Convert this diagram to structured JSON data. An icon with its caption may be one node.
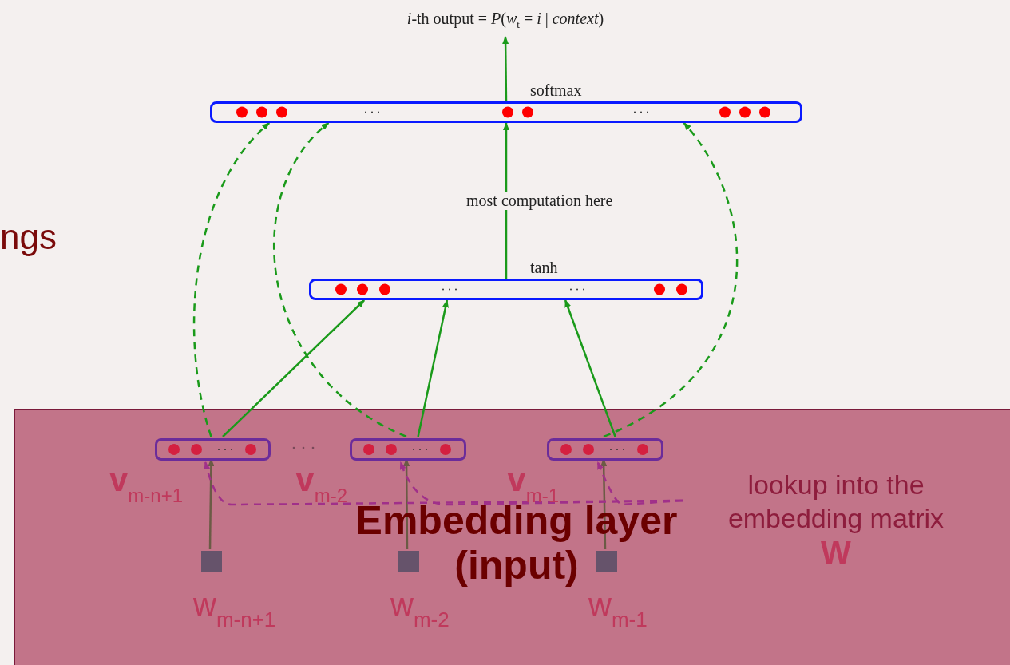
{
  "diagram": {
    "nodes": [
      {
        "text": [
          "*i*-th output = *P*(*w*$_{t}$ = *i* | *context*)"
        ]
      },
      {
        "text": [
          "softmax"
        ]
      },
      {
        "text": [
          "tanh"
        ]
      },
      {
        "text": [
          "Embedding layer (input)"
        ]
      },
      {
        "text": [
          "**v**$_{m-n+1}$"
        ],
        "in": 3
      },
      {
        "text": [
          "**v**$_{m-2}$"
        ],
        "in": 3
      },
      {
        "text": [
          "**v**$_{m-1}$"
        ],
        "in": 3
      },
      {
        "text": [
          "w$_{m-n+1}$"
        ],
        "in": 3
      },
      {
        "text": [
          "w$_{m-2}$"
        ],
        "in": 3
      },
      {
        "text": [
          "w$_{m-1}$"
        ],
        "in": 3
      },
      {
        "text": [
          "lookup into the embedding matrix",
          "W"
        ],
        "in": 3
      }
    ],
    "edges": [
      {
        "from": 1,
        "to": 0,
        "arrow": "to"
      },
      {
        "from": 2,
        "to": 1,
        "arrow": "to",
        "label": "most computation here"
      },
      {
        "from": 4,
        "to": 2,
        "arrow": "to"
      },
      {
        "from": 5,
        "to": 2,
        "arrow": "to"
      },
      {
        "from": 6,
        "to": 2,
        "arrow": "to"
      },
      {
        "from": 4,
        "to": 1,
        "arrow": "to",
        "style": "dashed"
      },
      {
        "from": 5,
        "to": 1,
        "arrow": "to",
        "style": "dashed"
      },
      {
        "from": 6,
        "to": 1,
        "arrow": "to",
        "style": "dashed"
      },
      {
        "from": 7,
        "to": 4,
        "arrow": "to",
        "color": "#6b5b45"
      },
      {
        "from": 8,
        "to": 5,
        "arrow": "to",
        "color": "#6b5b45"
      },
      {
        "from": 9,
        "to": 6,
        "arrow": "to",
        "color": "#6b5b45"
      },
      {
        "from": 10,
        "to": 4,
        "arrow": "to",
        "style": "dashed",
        "color": "#a0308a"
      },
      {
        "from": 10,
        "to": 5,
        "arrow": "to",
        "style": "dashed",
        "color": "#a0308a"
      },
      {
        "from": 10,
        "to": 6,
        "arrow": "to",
        "style": "dashed",
        "color": "#a0308a"
      }
    ],
    "labels": [
      "ngs"
    ]
  }
}
